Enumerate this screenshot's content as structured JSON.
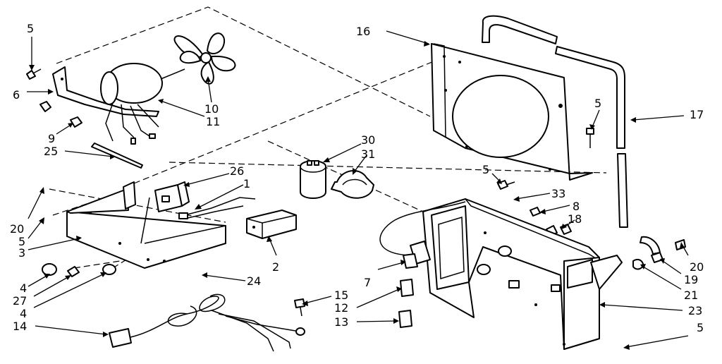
{
  "callouts": {
    "c5_top": "5",
    "c6": "6",
    "c9": "9",
    "c10": "10",
    "c11": "11",
    "c25": "25",
    "c16": "16",
    "c17": "17",
    "c5_right_top": "5",
    "c30": "30",
    "c31": "31",
    "c26": "26",
    "c1": "1",
    "c5_mid": "5",
    "c33": "33",
    "c8": "8",
    "c18": "18",
    "c20_left": "20",
    "c5_left": "5",
    "c3": "3",
    "c2": "2",
    "c24": "24",
    "c4_a": "4",
    "c27": "27",
    "c4_b": "4",
    "c20_right": "20",
    "c19": "19",
    "c21": "21",
    "c7": "7",
    "c15": "15",
    "c12": "12",
    "c13": "13",
    "c23": "23",
    "c14": "14",
    "c5_bottom": "5"
  }
}
